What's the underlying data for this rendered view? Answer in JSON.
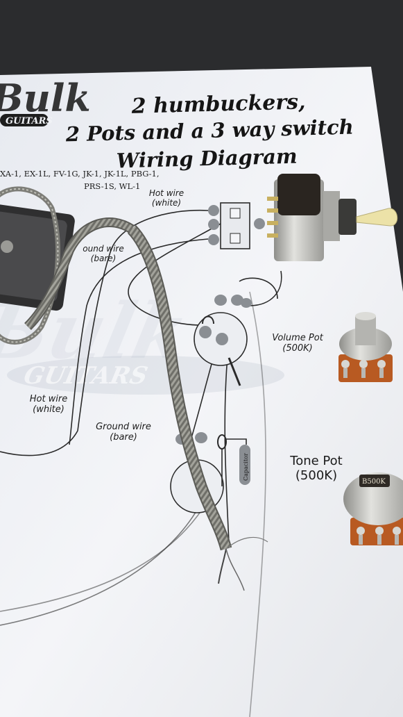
{
  "sheet": {
    "brand": "Bulk",
    "brand_sub": "GUITARS",
    "title_line1": "2 humbuckers,",
    "title_line2": "2 Pots and a 3 way switch",
    "title_line3": "Wiring Diagram",
    "models_line1": "XA-1, EX-1L, FV-1G, JK-1, JK-1L, PBG-1,",
    "models_line2": "PRS-1S, WL-1"
  },
  "labels": {
    "hot_wire_top": "Hot wire",
    "hot_wire_top_sub": "(white)",
    "ground_top": "ound wire",
    "ground_top_sub": "(bare)",
    "hot_wire_left": "Hot wire",
    "hot_wire_left_sub": "(white)",
    "ground_bottom": "Ground wire",
    "ground_bottom_sub": "(bare)",
    "volume_pot": "Volume Pot",
    "volume_pot_value": "(500K)",
    "tone_pot": "Tone Pot",
    "tone_pot_value": "(500K)",
    "capacitor": "Capacitor",
    "pot_marking": "B500K"
  },
  "colors": {
    "paper": "#f1f3f7",
    "background": "#2b2c2e",
    "wire": "#2a2a2a",
    "braid": "#9a9a92",
    "pot_metal": "#c4c4c0",
    "pot_board": "#b85a22",
    "switch_tip": "#ece2a8"
  }
}
